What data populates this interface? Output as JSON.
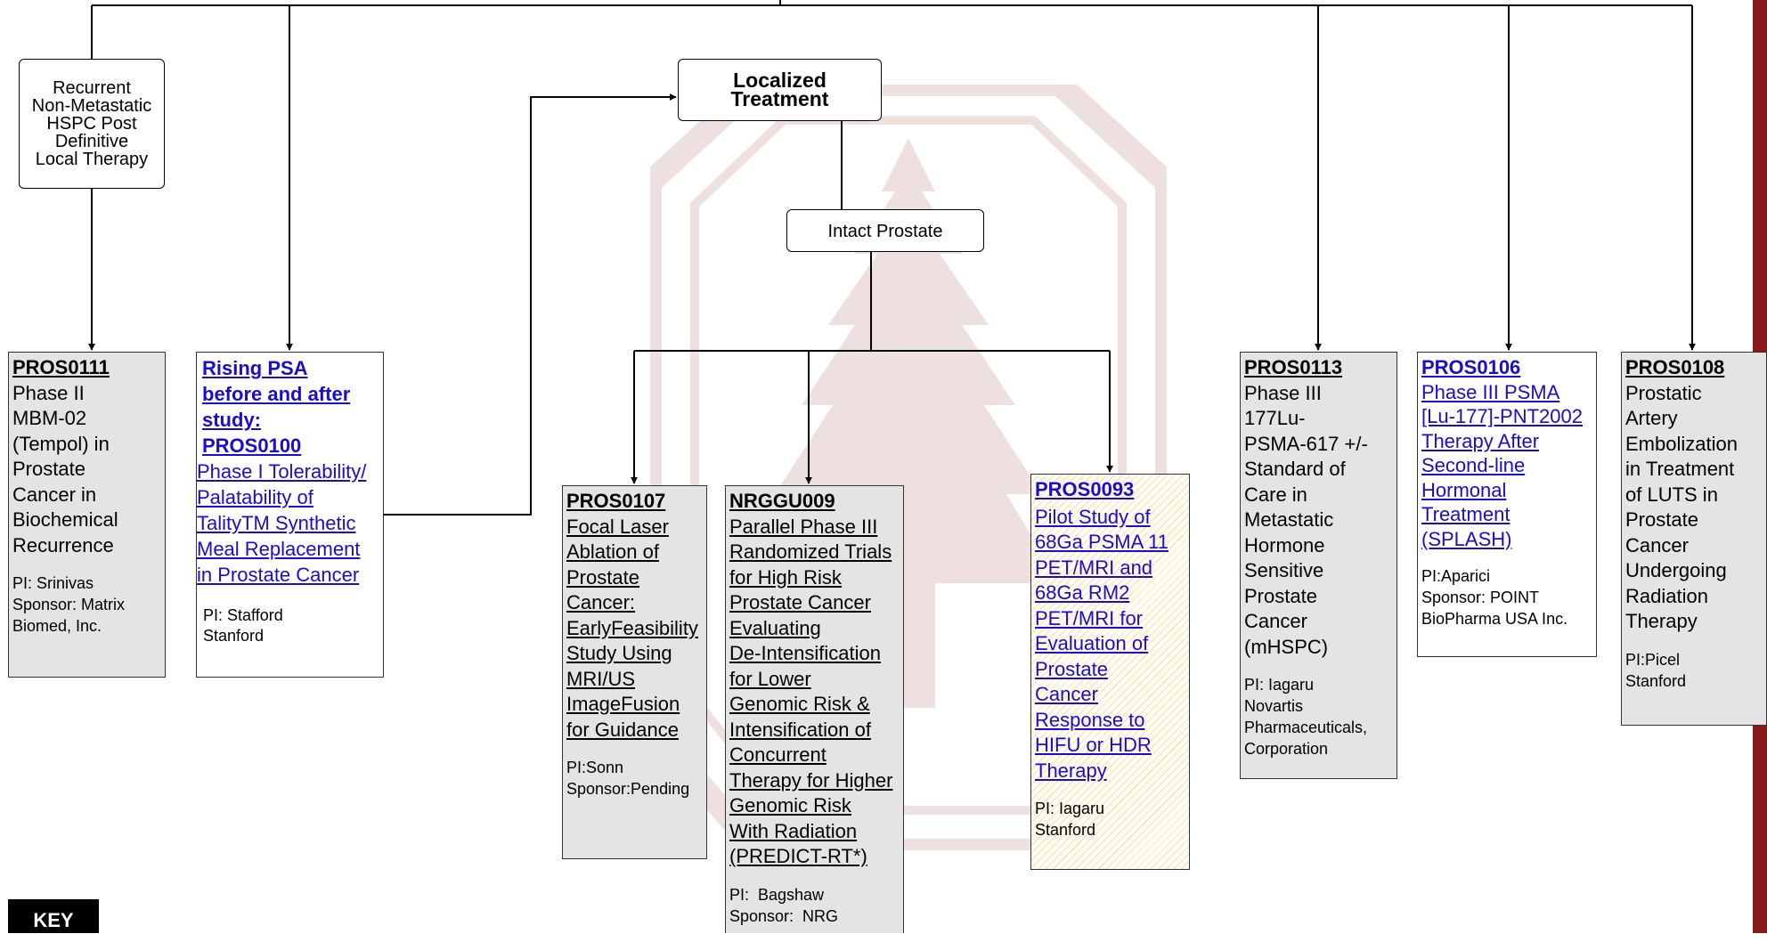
{
  "watermark": {
    "name": "stanford-tree-logo-watermark"
  },
  "nodes": {
    "recurrent": {
      "lines": [
        "Recurrent",
        "Non-Metastatic",
        "HSPC Post",
        "Definitive",
        "Local Therapy"
      ]
    },
    "localized": {
      "lines": [
        "Localized",
        "Treatment"
      ]
    },
    "intact": {
      "label": "Intact Prostate"
    }
  },
  "trials": {
    "pros0111": {
      "id": "PROS0111",
      "lines": [
        "Phase II",
        "MBM-02",
        "(Tempol) in",
        "Prostate",
        "Cancer in",
        "Biochemical",
        "Recurrence"
      ],
      "pi": [
        "PI: Srinivas",
        "Sponsor: Matrix",
        "Biomed, Inc."
      ]
    },
    "rising": {
      "heading": [
        "Rising PSA",
        "before and after",
        "study:",
        "PROS0100"
      ],
      "lines": [
        "Phase I Tolerability/",
        "Palatability of",
        "TalityTM Synthetic",
        "Meal Replacement",
        "in Prostate Cancer"
      ],
      "pi": [
        "PI: Stafford",
        "Stanford"
      ]
    },
    "pros0107": {
      "id": "PROS0107",
      "lines": [
        "Focal Laser",
        "Ablation of",
        "Prostate",
        "Cancer:",
        "EarlyFeasibility",
        "Study Using",
        "MRI/US",
        "ImageFusion",
        "for Guidance"
      ],
      "pi": [
        "PI:Sonn",
        "Sponsor:Pending"
      ]
    },
    "nrg": {
      "id": "NRGGU009",
      "lines": [
        "Parallel Phase III",
        "Randomized Trials",
        "for High Risk",
        "Prostate Cancer",
        "Evaluating",
        "De-Intensification",
        "for Lower",
        "Genomic Risk &",
        "Intensification of",
        "Concurrent",
        "Therapy for Higher",
        "Genomic Risk",
        "With Radiation",
        "(PREDICT-RT*)"
      ],
      "pi": [
        "PI:  Bagshaw",
        "Sponsor:  NRG"
      ]
    },
    "pros0093": {
      "id": "PROS0093",
      "lines": [
        "Pilot Study of",
        "68Ga PSMA 11",
        "PET/MRI and",
        "68Ga RM2",
        "PET/MRI for",
        "Evaluation of",
        "Prostate",
        "Cancer",
        "Response to",
        "HIFU or HDR",
        "Therapy"
      ],
      "pi": [
        "PI: Iagaru",
        "Stanford"
      ]
    },
    "pros0113": {
      "id": "PROS0113",
      "lines": [
        "Phase III",
        "177Lu-",
        "PSMA-617 +/-",
        "Standard of",
        "Care in",
        "Metastatic",
        "Hormone",
        "Sensitive",
        "Prostate",
        "Cancer",
        "(mHSPC)"
      ],
      "pi": [
        "PI: Iagaru",
        "Novartis",
        "Pharmaceuticals,",
        "Corporation"
      ]
    },
    "pros0106": {
      "id": "PROS0106",
      "lines": [
        "Phase III PSMA",
        "[Lu-177]-PNT2002",
        "Therapy After",
        "Second-line",
        "Hormonal",
        "Treatment",
        "(SPLASH)"
      ],
      "pi": [
        "PI:Aparici",
        "Sponsor: POINT",
        "BioPharma USA Inc."
      ]
    },
    "pros0108": {
      "id": "PROS0108",
      "lines": [
        "Prostatic",
        "Artery",
        "Embolization",
        "in Treatment",
        "of LUTS in",
        "Prostate",
        "Cancer",
        "Undergoing",
        "Radiation",
        "Therapy"
      ],
      "pi": [
        "PI:Picel",
        "Stanford"
      ]
    }
  },
  "key": {
    "label": "KEY"
  },
  "colors": {
    "link": "#1a0dcc",
    "box_gray": "#e4e4e4",
    "brand_red": "#8b1a1a",
    "hatch": "#f0c86e"
  }
}
